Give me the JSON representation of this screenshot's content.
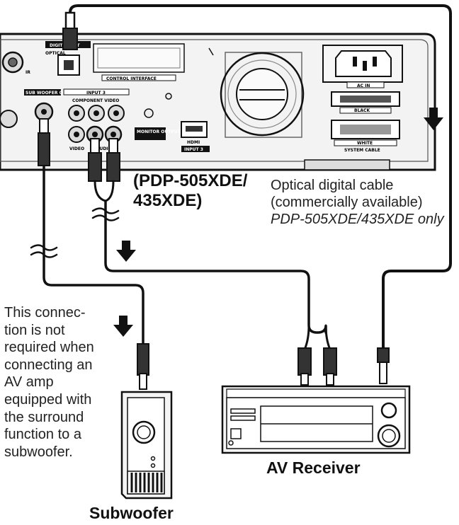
{
  "panel_labels": {
    "digital_out": "DIGITAL OUT",
    "optical": "OPTICAL",
    "ir": "IR",
    "sub_woofer_output": "SUB WOOFER OUTPUT",
    "input3": "INPUT 3",
    "component_video": "COMPONENT VIDEO",
    "video": "VIDEO",
    "audio": "AUDIO",
    "monitor_output": "MONITOR OUTPUT",
    "hdmi": "HDMI",
    "input3_hdmi": "INPUT 3",
    "control_interface": "CONTROL INTERFACE",
    "ac_in": "AC IN",
    "black": "BLACK",
    "white": "WHITE",
    "system_cable": "SYSTEM CABLE"
  },
  "model_note": [
    "(PDP-505XDE/",
    "435XDE)"
  ],
  "optical_note": [
    "Optical digital cable",
    "(commercially available)",
    "PDP-505XDE/435XDE only"
  ],
  "connection_note": [
    "This connec-",
    "tion is not",
    "required when",
    "connecting an",
    "AV amp",
    "equipped with",
    "the surround",
    "function to a",
    "subwoofer."
  ],
  "devices": {
    "subwoofer": "Subwoofer",
    "av_receiver": "AV Receiver"
  }
}
